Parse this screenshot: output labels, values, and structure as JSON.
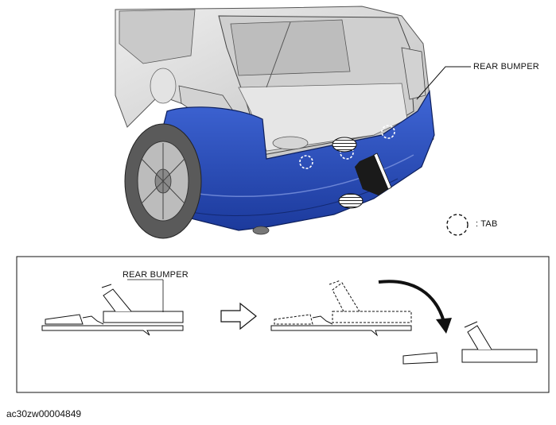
{
  "labels": {
    "rear_bumper_top": "REAR BUMPER",
    "tab_legend": ": TAB",
    "rear_bumper_detail": "REAR BUMPER"
  },
  "caption": "ac30zw00004849",
  "colors": {
    "bumper_blue": "#2a52c4",
    "bumper_blue_dark": "#1a3590",
    "body_gray": "#d8d8d8",
    "line": "#222222"
  }
}
